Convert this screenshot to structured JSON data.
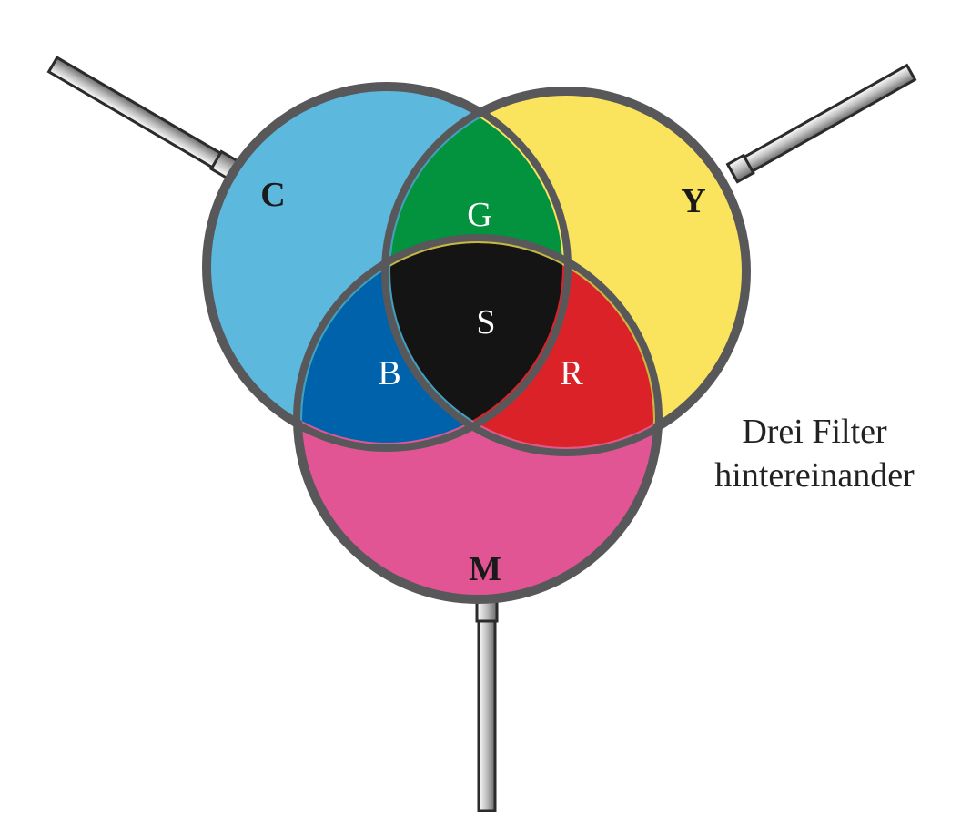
{
  "colors": {
    "cyan": "#5db8de",
    "yellow": "#fbe45d",
    "magenta": "#e25594",
    "green": "#03923d",
    "blue": "#0062aa",
    "red": "#db2229",
    "black": "#141414",
    "rim": "#58585a"
  },
  "filters": {
    "cyan": "C",
    "yellow": "Y",
    "magenta": "M"
  },
  "overlaps": {
    "green": "G",
    "blue": "B",
    "red": "R",
    "black": "S"
  },
  "caption": {
    "line1": "Drei Filter",
    "line2": "hintereinander"
  }
}
